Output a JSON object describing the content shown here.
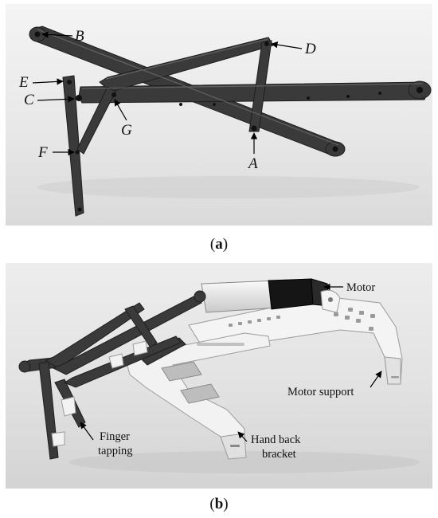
{
  "panel_a": {
    "labels": {
      "A": "A",
      "B": "B",
      "C": "C",
      "D": "D",
      "E": "E",
      "F": "F",
      "G": "G"
    },
    "caption": {
      "open": "(",
      "letter": "a",
      "close": ")"
    }
  },
  "panel_b": {
    "labels": {
      "motor": "Motor",
      "motor_support": "Motor support",
      "finger_tapping_1": "Finger",
      "finger_tapping_2": "tapping",
      "hand_back_bracket_1": "Hand back",
      "hand_back_bracket_2": "bracket"
    },
    "caption": {
      "open": "(",
      "letter": "b",
      "close": ")"
    }
  },
  "colors": {
    "link_dark": "#3a3a3a",
    "link_edge": "#1e1e1e",
    "bracket_white": "#f4f4f4",
    "motor_black": "#151515"
  }
}
